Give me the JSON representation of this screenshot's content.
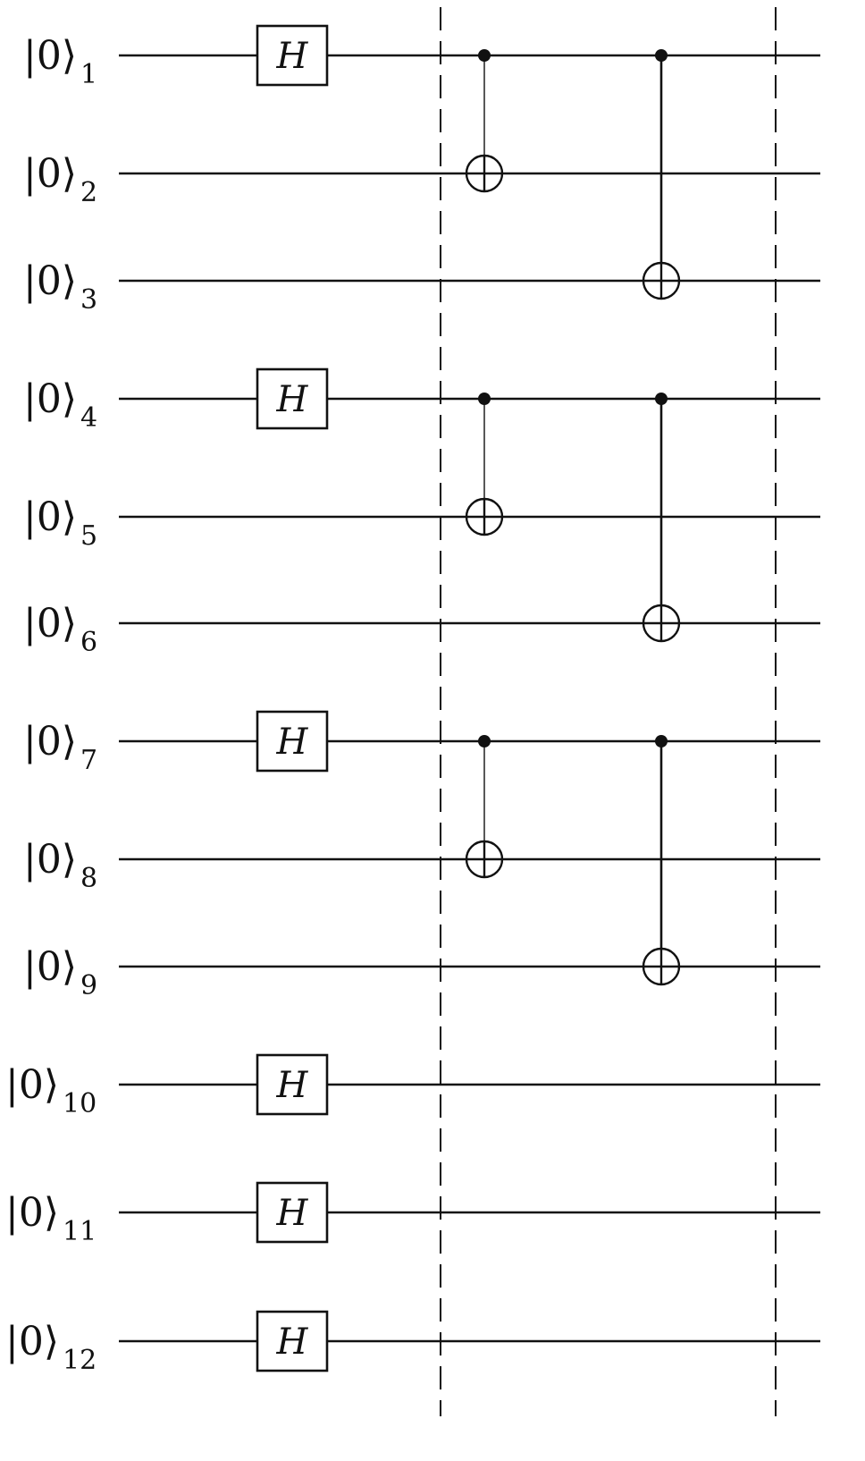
{
  "qubits": [
    {
      "ket": "|0⟩",
      "sub": "1"
    },
    {
      "ket": "|0⟩",
      "sub": "2"
    },
    {
      "ket": "|0⟩",
      "sub": "3"
    },
    {
      "ket": "|0⟩",
      "sub": "4"
    },
    {
      "ket": "|0⟩",
      "sub": "5"
    },
    {
      "ket": "|0⟩",
      "sub": "6"
    },
    {
      "ket": "|0⟩",
      "sub": "7"
    },
    {
      "ket": "|0⟩",
      "sub": "8"
    },
    {
      "ket": "|0⟩",
      "sub": "9"
    },
    {
      "ket": "|0⟩",
      "sub": "10"
    },
    {
      "ket": "|0⟩",
      "sub": "11"
    },
    {
      "ket": "|0⟩",
      "sub": "12"
    }
  ],
  "hadamard": {
    "label": "H",
    "qubits": [
      1,
      4,
      7,
      10,
      11,
      12
    ]
  },
  "cnots": [
    {
      "control": 1,
      "target": 2,
      "step": 1
    },
    {
      "control": 1,
      "target": 3,
      "step": 2
    },
    {
      "control": 4,
      "target": 5,
      "step": 1
    },
    {
      "control": 4,
      "target": 6,
      "step": 2
    },
    {
      "control": 7,
      "target": 8,
      "step": 1
    },
    {
      "control": 7,
      "target": 9,
      "step": 2
    }
  ],
  "barriers": 2
}
